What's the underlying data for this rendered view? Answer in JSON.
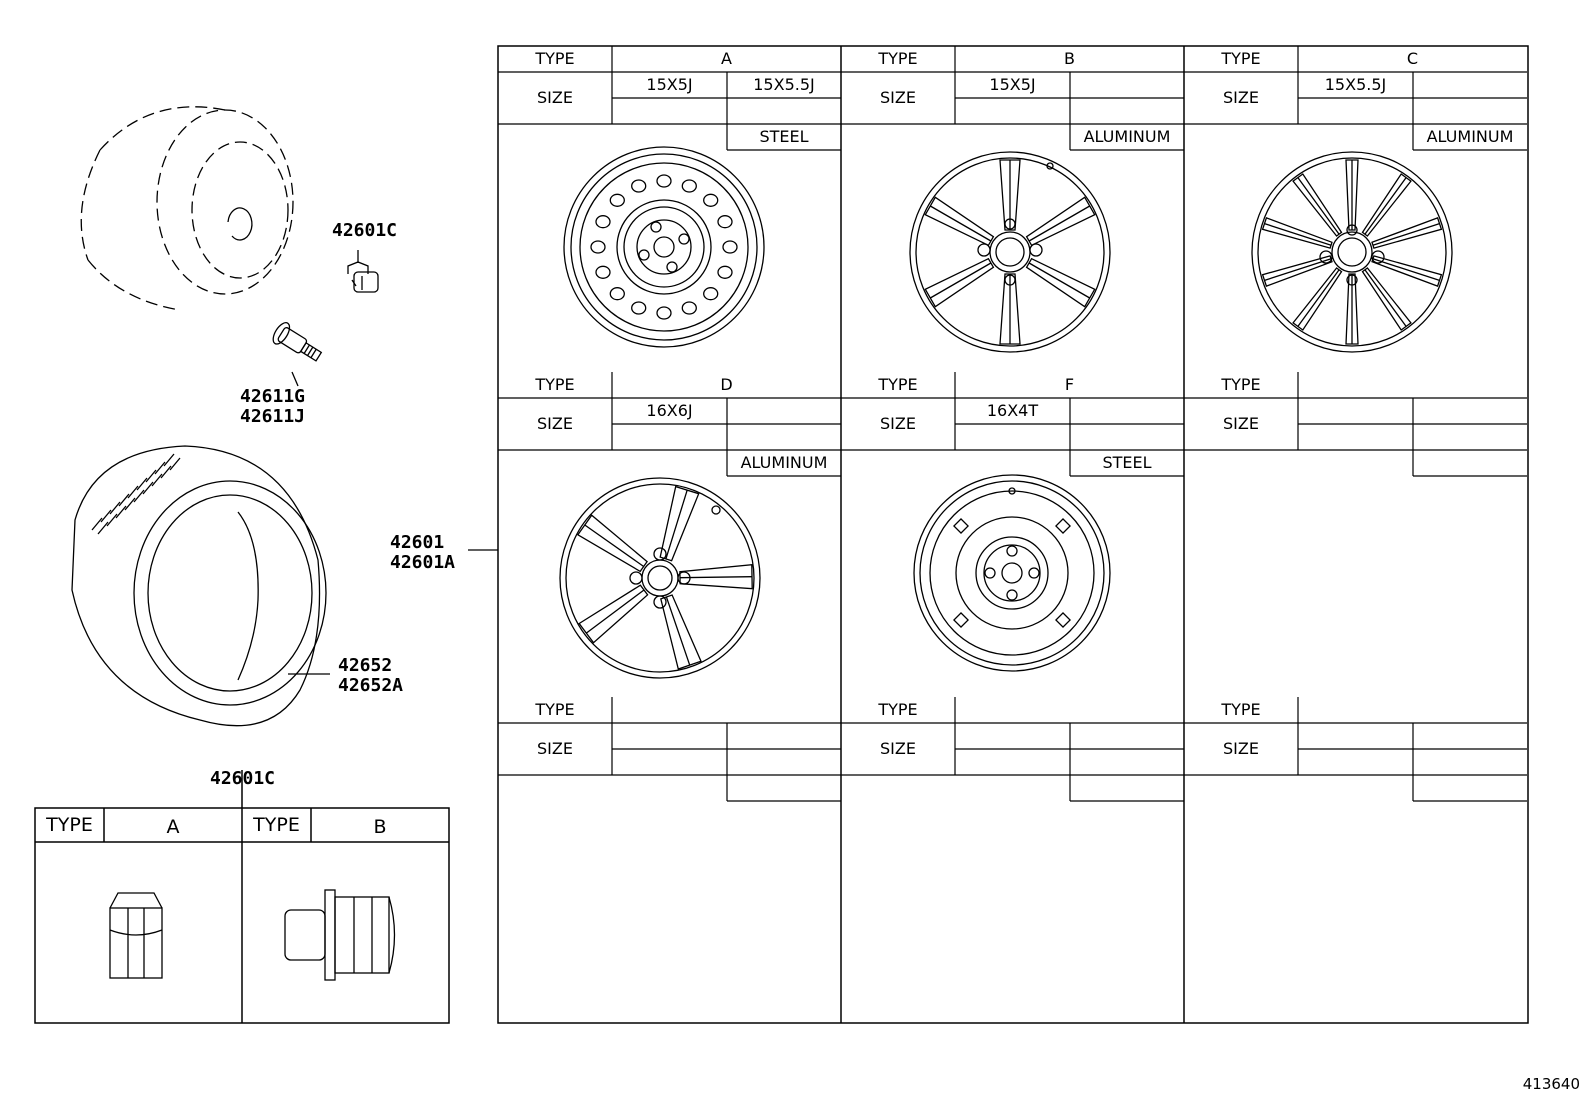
{
  "callouts": {
    "cap_nut_top": "42601C",
    "valve": [
      "42611G",
      "42611J"
    ],
    "wheel": [
      "42601",
      "42601A"
    ],
    "tire": [
      "42652",
      "42652A"
    ],
    "nut_table_title": "42601C"
  },
  "wheel_table": {
    "header_type": "TYPE",
    "header_size": "SIZE",
    "cells": [
      {
        "type": "A",
        "sizes": [
          "15X5J",
          "15X5.5J"
        ],
        "material": "STEEL",
        "wheel_icon": "steel-wheel-icon"
      },
      {
        "type": "B",
        "sizes": [
          "15X5J",
          ""
        ],
        "material": "ALUMINUM",
        "wheel_icon": "alloy-wheel-6-spoke-icon"
      },
      {
        "type": "C",
        "sizes": [
          "15X5.5J",
          ""
        ],
        "material": "ALUMINUM",
        "wheel_icon": "alloy-wheel-split-spoke-icon"
      },
      {
        "type": "D",
        "sizes": [
          "16X6J",
          ""
        ],
        "material": "ALUMINUM",
        "wheel_icon": "alloy-wheel-5-spoke-icon"
      },
      {
        "type": "F",
        "sizes": [
          "16X4T",
          ""
        ],
        "material": "STEEL",
        "wheel_icon": "spare-wheel-icon"
      },
      {
        "type": "",
        "sizes": [
          "",
          ""
        ],
        "material": "",
        "wheel_icon": ""
      },
      {
        "type": "",
        "sizes": [
          "",
          ""
        ],
        "material": "",
        "wheel_icon": ""
      },
      {
        "type": "",
        "sizes": [
          "",
          ""
        ],
        "material": "",
        "wheel_icon": ""
      },
      {
        "type": "",
        "sizes": [
          "",
          ""
        ],
        "material": "",
        "wheel_icon": ""
      }
    ]
  },
  "nut_table": {
    "header_type": "TYPE",
    "columns": [
      {
        "type": "A",
        "icon": "cap-nut-icon"
      },
      {
        "type": "B",
        "icon": "flanged-nut-icon"
      }
    ]
  },
  "figure_id": "413640"
}
